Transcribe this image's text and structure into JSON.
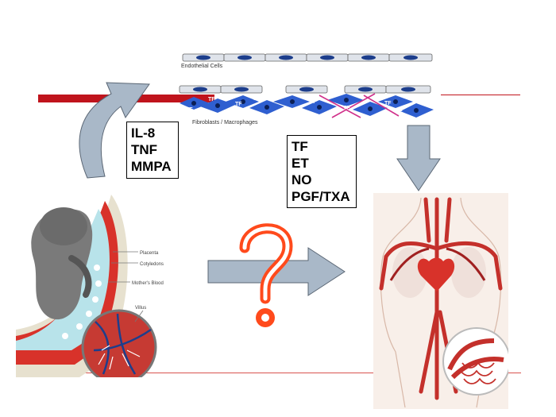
{
  "cell_layer": {
    "endothelial_label": "Endothelial Cells",
    "fibroblasts_label": "Fibroblasts / Macrophages",
    "tf_marker": "TF"
  },
  "left_box": {
    "lines": [
      "IL-8",
      "TNF",
      "MMPA"
    ]
  },
  "right_box": {
    "lines": [
      "TF",
      "ET",
      "NO",
      "PGF/TXA"
    ]
  },
  "placenta_labels": {
    "placenta": "Placenta",
    "cotyledons": "Cotyledons",
    "mothers_blood": "Mother's Blood",
    "villus": "Villus"
  },
  "question_mark": "?",
  "colors": {
    "red_accent": "#c0141c",
    "arrow_fill": "#a9b8c8",
    "question_color": "#ff4a1c",
    "cell_blue": "#1d3e8c",
    "diamond_blue": "#2f5fd0"
  }
}
